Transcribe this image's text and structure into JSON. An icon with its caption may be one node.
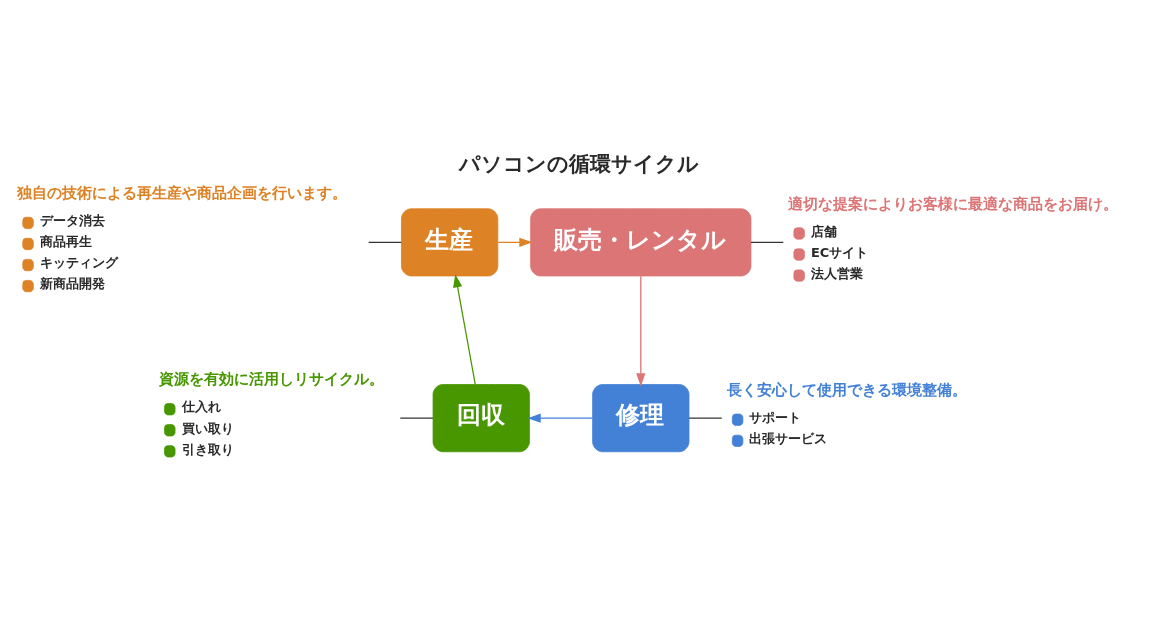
{
  "diagram": {
    "title": "パソコンの循環サイクル",
    "nodes": [
      {
        "text": [
          "独自の技術による再生産や商品企画を行います。",
          "データ消去",
          "商品再生",
          "キッティング",
          "新商品開発"
        ]
      },
      {
        "text": [
          "生産"
        ]
      },
      {
        "text": [
          "販売・レンタル"
        ]
      },
      {
        "text": [
          "適切な提案によりお客様に最適な商品をお届け。",
          "店舗",
          "ECサイト",
          "法人営業"
        ]
      },
      {
        "text": [
          "資源を有効に活用しリサイクル。",
          "仕入れ",
          "買い取り",
          "引き取り"
        ]
      },
      {
        "text": [
          "回収"
        ]
      },
      {
        "text": [
          "修理"
        ]
      },
      {
        "text": [
          "長く安心して使用できる環境整備。",
          "サポート",
          "出張サービス"
        ]
      }
    ],
    "edges": [
      {
        "from": 1,
        "to": 2,
        "arrow": "to",
        "color": "#dd8225"
      },
      {
        "from": 2,
        "to": 6,
        "arrow": "to",
        "color": "#dc7576"
      },
      {
        "from": 6,
        "to": 5,
        "arrow": "to",
        "color": "#4381d6"
      },
      {
        "from": 5,
        "to": 1,
        "arrow": "to",
        "color": "#489700"
      },
      {
        "from": 0,
        "to": 1,
        "arrow": "none"
      },
      {
        "from": 3,
        "to": 2,
        "arrow": "none"
      },
      {
        "from": 4,
        "to": 5,
        "arrow": "none"
      },
      {
        "from": 7,
        "to": 6,
        "arrow": "none"
      }
    ]
  }
}
